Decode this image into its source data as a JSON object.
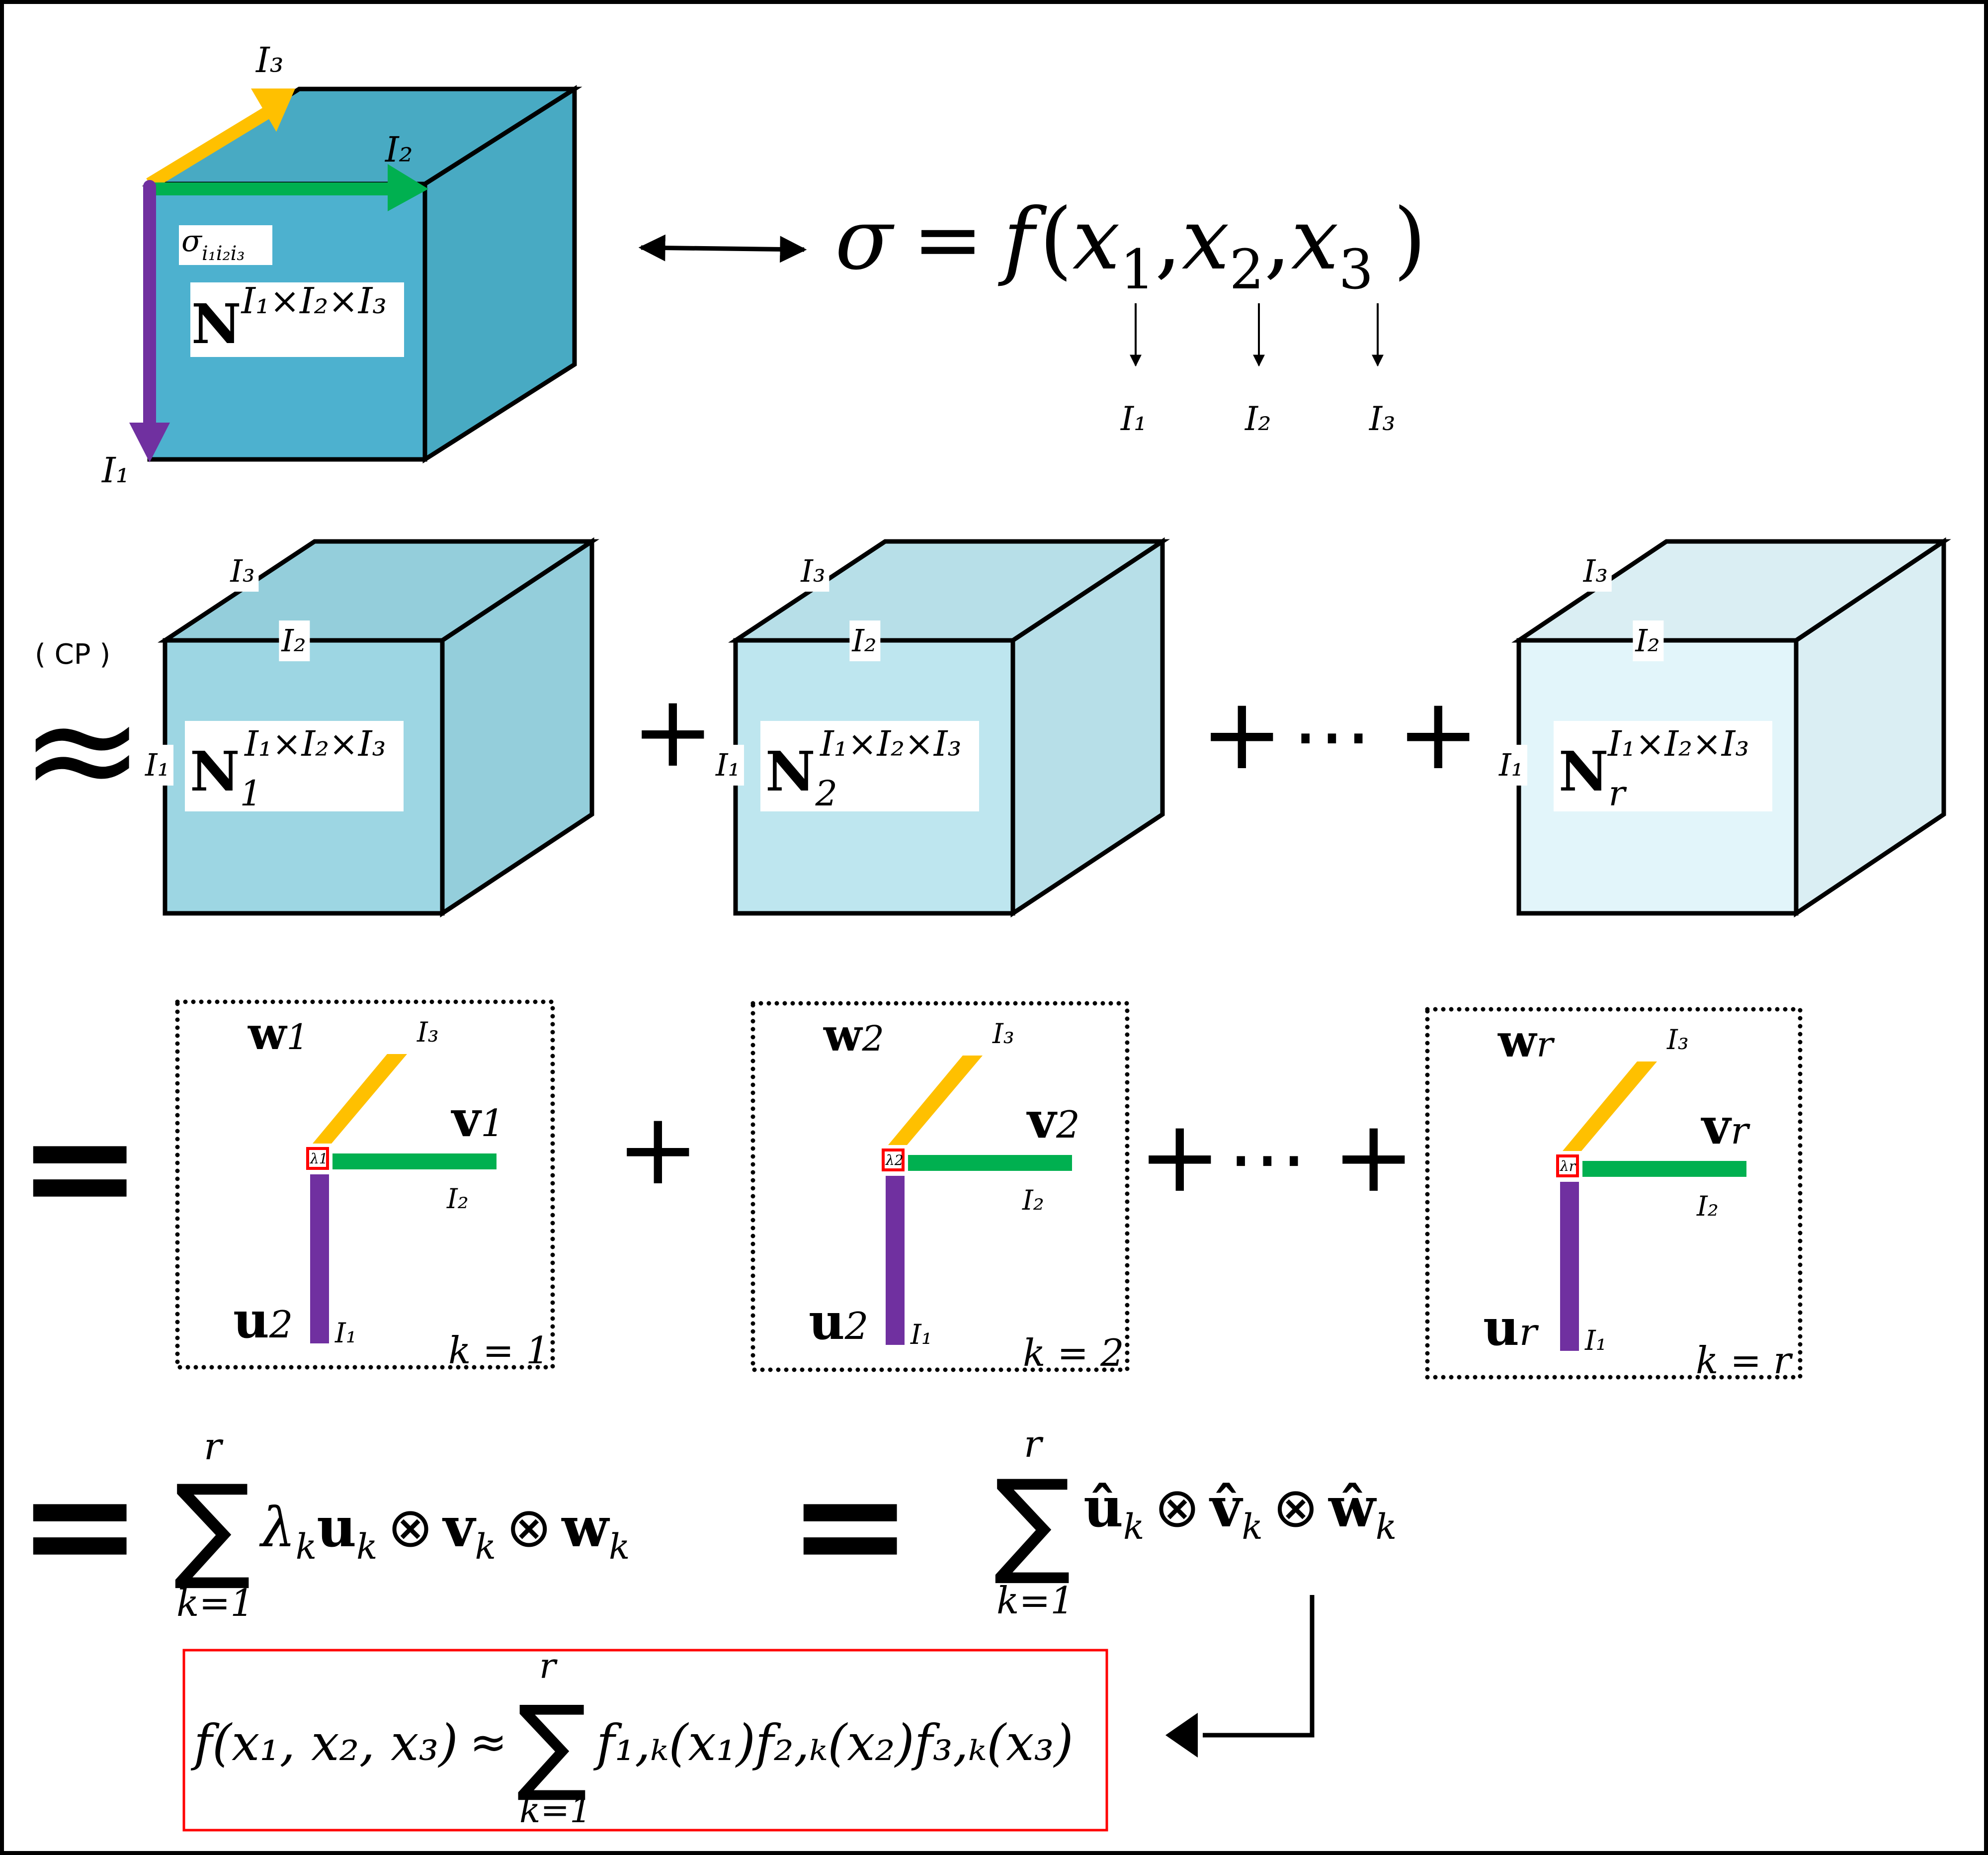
{
  "colors": {
    "cube_main_front": "#4DB1CF",
    "cube_main_side": "#48AAC3",
    "cube1_front": "#9DD6E3",
    "cube1_side": "#94CEDB",
    "cube2_front": "#BEE6EF",
    "cube2_side": "#B7DFE8",
    "cube3_front": "#E2F5FA",
    "cube3_side": "#DAEEF3",
    "mode1": "#7030A0",
    "mode2": "#00B050",
    "mode3": "#FFC000",
    "highlight": "#FF0000"
  },
  "top": {
    "axis_I1": "I₁",
    "axis_I2": "I₂",
    "axis_I3": "I₃",
    "entry_label": "σ",
    "entry_sub": "i₁i₂i₃",
    "tensor_symbol": "N",
    "tensor_dims": "I₁×I₂×I₃",
    "equation": {
      "lhs": "σ",
      "equals": "=",
      "f": "f",
      "open": "(",
      "close": ")",
      "args": [
        "x",
        "x",
        "x"
      ],
      "arg_subs": [
        "1",
        "2",
        "3"
      ],
      "comma": ","
    },
    "arg_targets": [
      "I₁",
      "I₂",
      "I₃"
    ]
  },
  "cp": {
    "method_label": "( CP )",
    "approx": "≈",
    "plus": "+",
    "ellipsis": "⋯",
    "cubes": [
      {
        "symbol": "N",
        "sub": "1",
        "dims": "I₁×I₂×I₃",
        "I1": "I₁",
        "I2": "I₂",
        "I3": "I₃"
      },
      {
        "symbol": "N",
        "sub": "2",
        "dims": "I₁×I₂×I₃",
        "I1": "I₁",
        "I2": "I₂",
        "I3": "I₃"
      },
      {
        "symbol": "N",
        "sub": "r",
        "dims": "I₁×I₂×I₃",
        "I1": "I₁",
        "I2": "I₂",
        "I3": "I₃"
      }
    ]
  },
  "rank_one": {
    "equals": "=",
    "plus": "+",
    "ellipsis": "⋯",
    "terms": [
      {
        "w": "w",
        "w_sub": "1",
        "v": "v",
        "v_sub": "1",
        "u": "u",
        "u_sub": "2",
        "lambda": "λ",
        "lambda_sub": "1",
        "I1": "I₁",
        "I2": "I₂",
        "I3": "I₃",
        "k_label": "k = 1"
      },
      {
        "w": "w",
        "w_sub": "2",
        "v": "v",
        "v_sub": "2",
        "u": "u",
        "u_sub": "2",
        "lambda": "λ",
        "lambda_sub": "2",
        "I1": "I₁",
        "I2": "I₂",
        "I3": "I₃",
        "k_label": "k = 2"
      },
      {
        "w": "w",
        "w_sub": "r",
        "v": "v",
        "v_sub": "r",
        "u": "u",
        "u_sub": "r",
        "lambda": "λ",
        "lambda_sub": "r",
        "I1": "I₁",
        "I2": "I₂",
        "I3": "I₃",
        "k_label": "k = r"
      }
    ]
  },
  "sums": {
    "equals": "=",
    "sum_symbol": "∑",
    "upper": "r",
    "lower": "k=1",
    "otimes": "⊗",
    "sum1_terms": {
      "lambda": "λ",
      "u": "u",
      "v": "v",
      "w": "w",
      "sub": "k"
    },
    "sum2_terms": {
      "u": "û",
      "v": "v̂",
      "w": "ŵ",
      "sub": "k"
    }
  },
  "result": {
    "lhs": "f(x₁, x₂, x₃)",
    "approx": "≈",
    "sum_symbol": "∑",
    "upper": "r",
    "lower": "k=1",
    "rhs": "f₁,ₖ(x₁)f₂,ₖ(x₂)f₃,ₖ(x₃)"
  }
}
